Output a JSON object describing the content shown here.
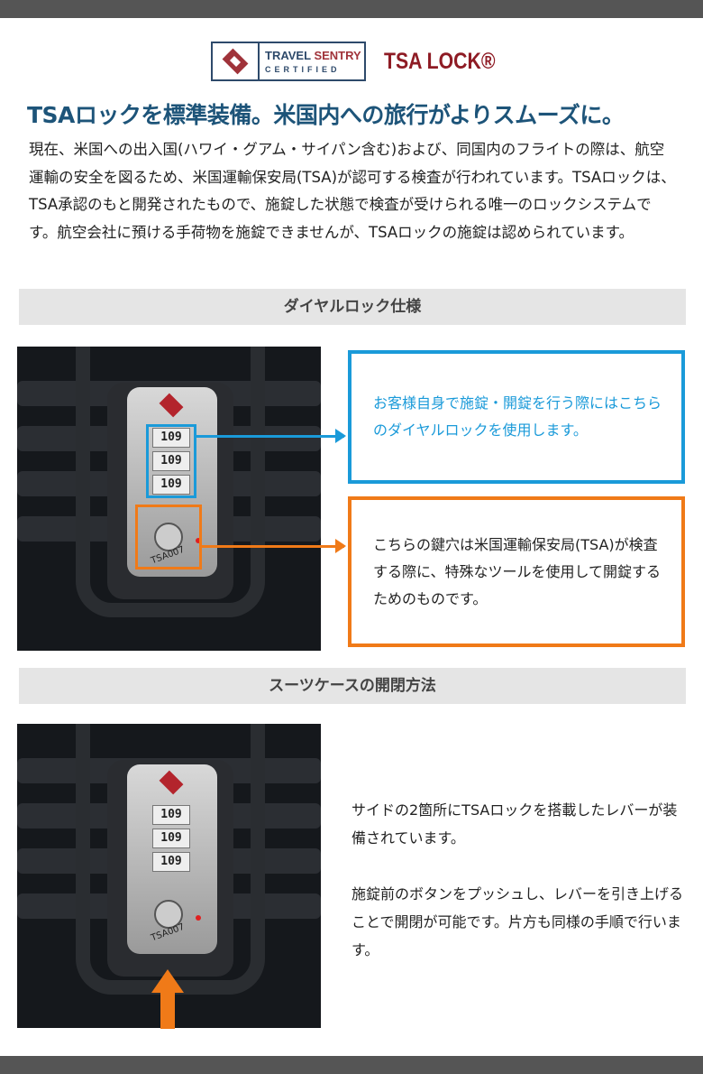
{
  "logos": {
    "travel_sentry_line1a": "TRAVEL",
    "travel_sentry_line1b": "SENTRY",
    "travel_sentry_line2": "CERTIFIED",
    "tsa_lock": "TSA LOCK®"
  },
  "headline": "TSAロックを標準装備。米国内への旅行がよりスムーズに。",
  "intro": "現在、米国への出入国(ハワイ・グアム・サイパン含む)および、同国内のフライトの際は、航空運輸の安全を図るため、米国運輸保安局(TSA)が認可する検査が行われています。TSAロックは、TSA承認のもと開発されたもので、施錠した状態で検査が受けられる唯一のロックシステムです。航空会社に預ける手荷物を施錠できませんが、TSAロックの施錠は認められています。",
  "section1": {
    "title": "ダイヤルロック仕様",
    "dial_callout": "お客様自身で施錠・開錠を行う際にはこちらのダイヤルロックを使用します。",
    "key_callout": "こちらの鍵穴は米国運輸保安局(TSA)が検査する際に、特殊なツールを使用して開錠するためのものです。"
  },
  "section2": {
    "title": "スーツケースの開閉方法",
    "desc1": "サイドの2箇所にTSAロックを搭載したレバーが装備されています。",
    "desc2": "施錠前のボタンをプッシュし、レバーを引き上げることで開閉が可能です。片方も同様の手順で行います。"
  },
  "lock": {
    "dial": "109",
    "key_label": "TSA007"
  },
  "colors": {
    "blue": "#1a9ad9",
    "orange": "#f07a18",
    "headline": "#1d5479"
  }
}
